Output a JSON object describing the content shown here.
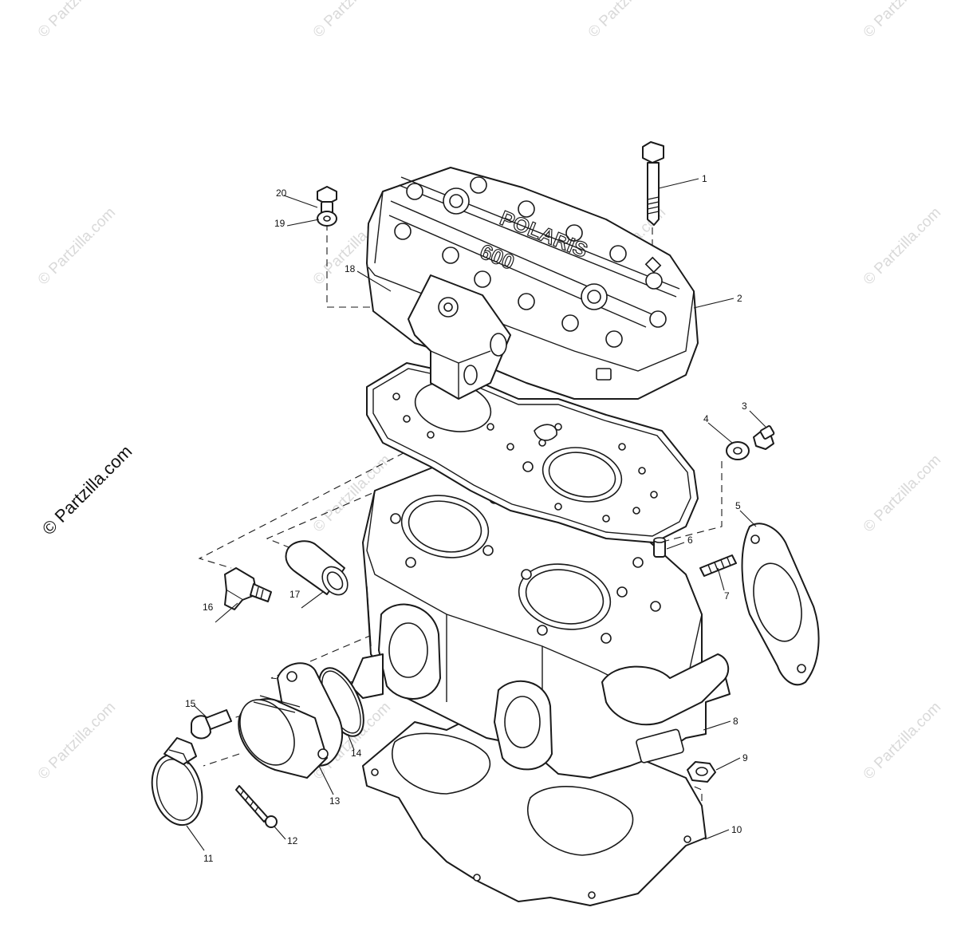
{
  "watermark": {
    "text": "© Partzilla.com",
    "color": "#d9d9d9"
  },
  "copyright": "© Partzilla.com",
  "embossed_text": {
    "brand": "POLARIS",
    "model": "600"
  },
  "callouts": [
    {
      "id": 1,
      "label": "1"
    },
    {
      "id": 2,
      "label": "2"
    },
    {
      "id": 3,
      "label": "3"
    },
    {
      "id": 4,
      "label": "4"
    },
    {
      "id": 5,
      "label": "5"
    },
    {
      "id": 6,
      "label": "6"
    },
    {
      "id": 7,
      "label": "7"
    },
    {
      "id": 8,
      "label": "8"
    },
    {
      "id": 9,
      "label": "9"
    },
    {
      "id": 10,
      "label": "10"
    },
    {
      "id": 11,
      "label": "11"
    },
    {
      "id": 12,
      "label": "12"
    },
    {
      "id": 13,
      "label": "13"
    },
    {
      "id": 14,
      "label": "14"
    },
    {
      "id": 15,
      "label": "15"
    },
    {
      "id": 16,
      "label": "16"
    },
    {
      "id": 17,
      "label": "17"
    },
    {
      "id": 18,
      "label": "18"
    },
    {
      "id": 19,
      "label": "19"
    },
    {
      "id": 20,
      "label": "20"
    }
  ]
}
